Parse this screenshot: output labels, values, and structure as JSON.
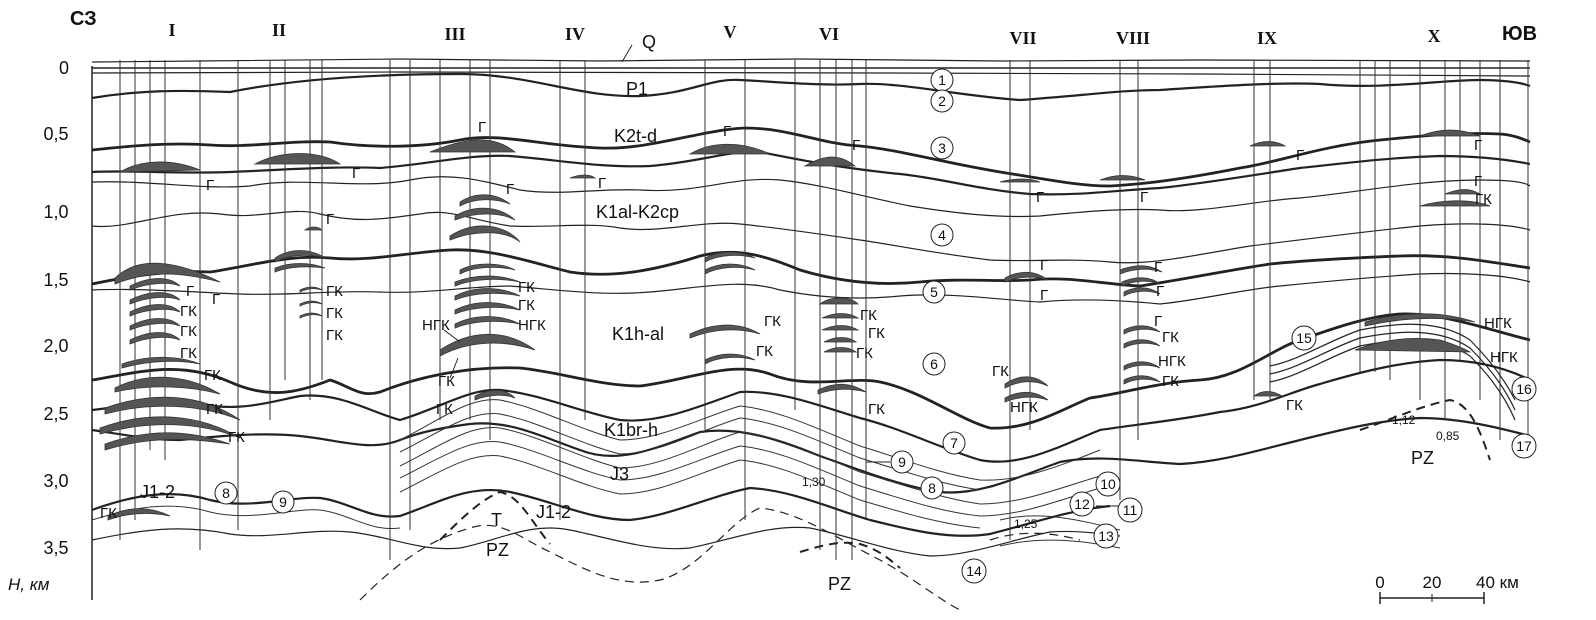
{
  "header": {
    "left": "СЗ",
    "right": "ЮВ"
  },
  "y_axis": {
    "unit_label": "H, км",
    "ticks": [
      "0",
      "0,5",
      "1,0",
      "1,5",
      "2,0",
      "2,5",
      "3,0",
      "3,5"
    ]
  },
  "profiles": [
    "I",
    "II",
    "III",
    "IV",
    "V",
    "VI",
    "VII",
    "VIII",
    "IX",
    "X"
  ],
  "stratigraphy": {
    "q": "Q",
    "p1": "P1",
    "k2td": "K2t-d",
    "k1alk2cp": "K1al-K2cp",
    "k1hal": "K1h-al",
    "k1brh": "K1br-h",
    "j3": "J3",
    "j12_left": "J1-2",
    "j12_mid": "J1-2",
    "t": "T",
    "pz_left": "PZ",
    "pz_mid": "PZ",
    "pz_right": "PZ"
  },
  "deposit_labels": {
    "g": "Г",
    "gk": "ГК",
    "ngk": "НГК"
  },
  "circled_numbers": [
    "1",
    "2",
    "3",
    "4",
    "5",
    "6",
    "7",
    "8",
    "9",
    "8",
    "9",
    "10",
    "11",
    "12",
    "13",
    "14",
    "15",
    "16",
    "17"
  ],
  "annotations": [
    "1,30",
    "1,25",
    "1,12",
    "0,85"
  ],
  "scale_bar": {
    "ticks": [
      "0",
      "20",
      "40 км"
    ]
  },
  "colors": {
    "deposit_fill": "#555555",
    "line": "#222222"
  }
}
